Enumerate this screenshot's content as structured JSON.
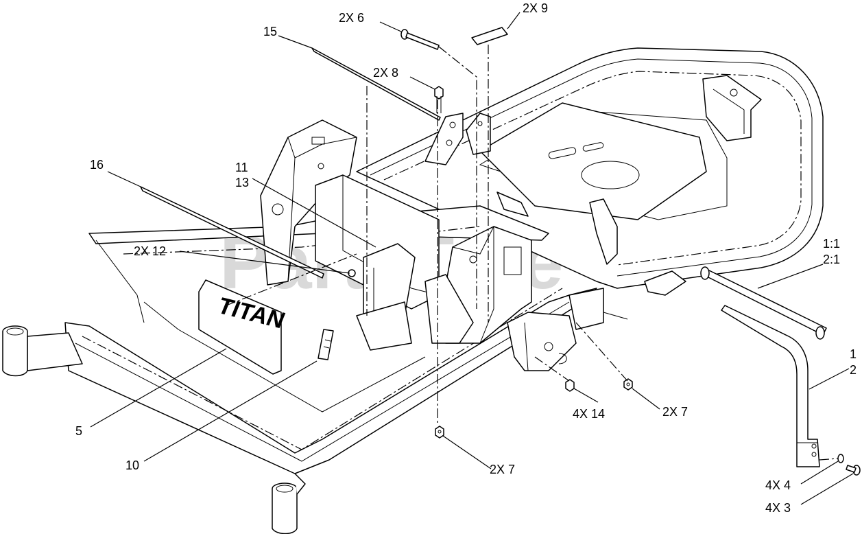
{
  "watermark": "PartsTree",
  "plate_text": "TITAN",
  "callouts": {
    "c_2x6": "2X 6",
    "c_2x9": "2X 9",
    "c_15": "15",
    "c_2x8": "2X 8",
    "c_16": "16",
    "c_11": "11",
    "c_13": "13",
    "c_2x12": "2X 12",
    "c_1_1": "1:1",
    "c_2_1": "2:1",
    "c_1": "1",
    "c_2": "2",
    "c_5": "5",
    "c_10": "10",
    "c_4x14": "4X 14",
    "c_2x7a": "2X 7",
    "c_2x7b": "2X 7",
    "c_4x4": "4X 4",
    "c_4x3": "4X 3"
  }
}
